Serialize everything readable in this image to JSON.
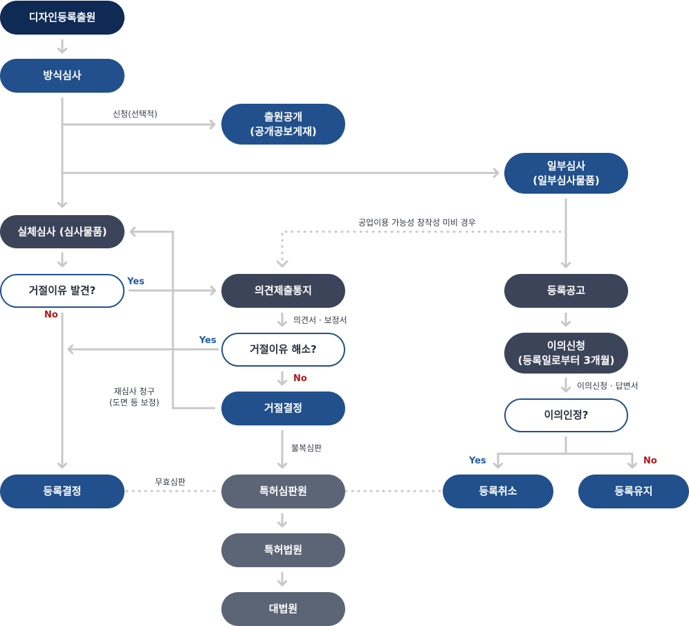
{
  "nodes": {
    "filing": "디자인등록출원",
    "formality": "방식심사",
    "publication_line1": "출원공개",
    "publication_line2": "(공개공보게재)",
    "partial_exam_line1": "일부심사",
    "partial_exam_line2": "(일부심사물품)",
    "substantive_exam": "실체심사 (심사물품)",
    "rejection_found": "거절이유 발견?",
    "notice": "의견제출통지",
    "reg_announcement": "등록공고",
    "opposition_line1": "이의신청",
    "opposition_line2": "(등록일로부터 3개월)",
    "rejection_resolved": "거절이유 해소?",
    "rejection_decision": "거절결정",
    "opposition_accepted": "이의인정?",
    "reg_decision": "등록결정",
    "ip_tribunal": "특허심판원",
    "reg_cancel": "등록취소",
    "reg_maintain": "등록유지",
    "patent_court": "특허법원",
    "supreme_court": "대법원"
  },
  "labels": {
    "request_optional": "신청(선택적)",
    "lacking_condition": "공업이용 가능성 창작성 미비 경우",
    "opinion_amendment": "의견서 · 보정서",
    "reexam_line1": "재심사 청구",
    "reexam_line2": "(도면 등 보정)",
    "opposition_reply": "이의신청 · 답변서",
    "appeal_trial": "불복심판",
    "invalidation_trial": "무효심판",
    "yes": "Yes",
    "no": "No"
  },
  "colors": {
    "navy": "#0e2a55",
    "blue": "#21508c",
    "dark": "#3c4459",
    "slate": "#5b6575",
    "arrow": "#c8c8c8",
    "yes": "#1f5ea6",
    "no": "#b01818"
  }
}
